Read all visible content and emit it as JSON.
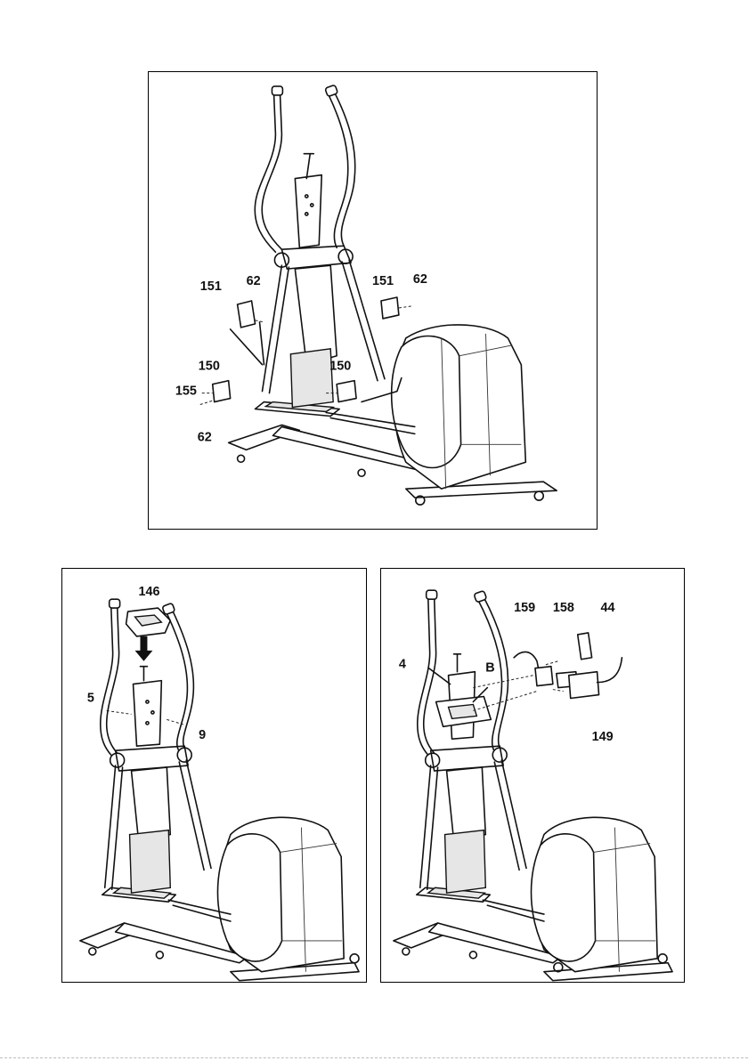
{
  "figures": [
    {
      "id": "top",
      "callouts": [
        "151",
        "62",
        "151",
        "62",
        "150",
        "150",
        "155",
        "62"
      ]
    },
    {
      "id": "bottom-left",
      "callouts": [
        "146",
        "5",
        "9"
      ]
    },
    {
      "id": "bottom-right",
      "callouts": [
        "159",
        "158",
        "44",
        "4",
        "B",
        "149"
      ]
    }
  ]
}
